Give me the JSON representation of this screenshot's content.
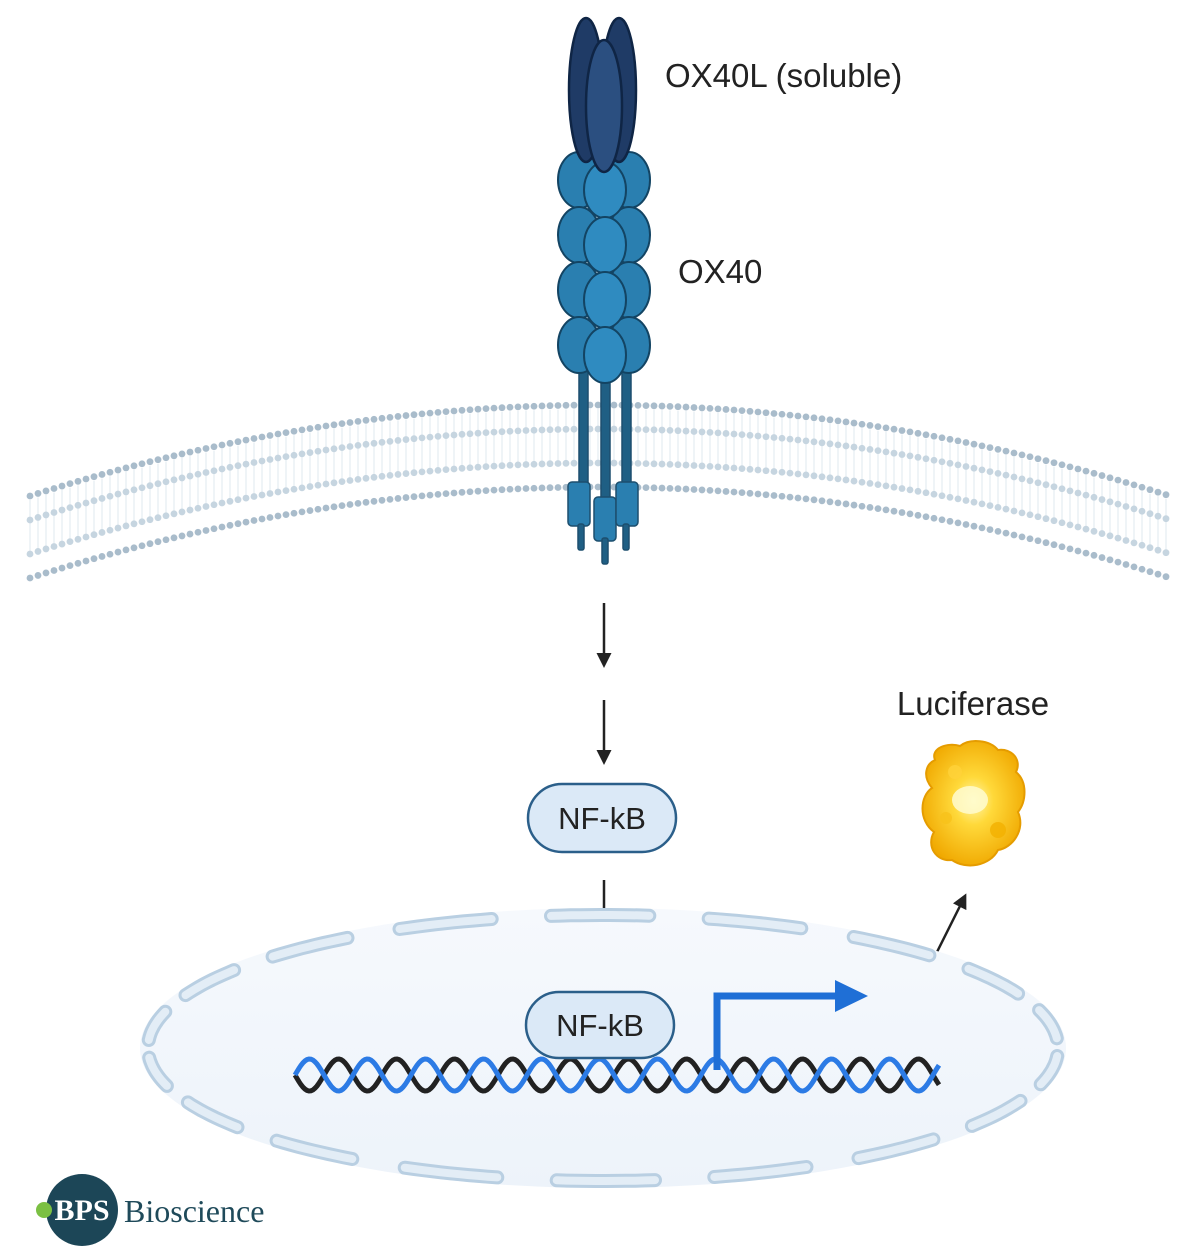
{
  "labels": {
    "ligand": "OX40L (soluble)",
    "receptor": "OX40",
    "reporter": "Luciferase",
    "tf_cytoplasm": "NF-kB",
    "tf_nucleus": "NF-kB"
  },
  "logo": {
    "mark": "BPS",
    "wordmark": "Bioscience"
  },
  "colors": {
    "ligand": "#1f3b66",
    "receptor": "#2a7fb0",
    "membrane": "#a9bfd0",
    "nucleus_fill": "#f3f7fc",
    "nucleus_envelope": "#c7d9e8",
    "nfkb_box": "#dbe9f7",
    "dna_blue": "#2c7be5",
    "dna_black": "#222222",
    "promoter_arrow": "#1f6fd6",
    "luciferase": "#f5b800",
    "logo_circle": "#1c4657",
    "logo_dot": "#7bc043"
  },
  "icons": [
    "ox40l-trimer-icon",
    "ox40-receptor-icon",
    "membrane-icon",
    "luciferase-icon",
    "dna-helix-icon",
    "promoter-arrow-icon"
  ]
}
